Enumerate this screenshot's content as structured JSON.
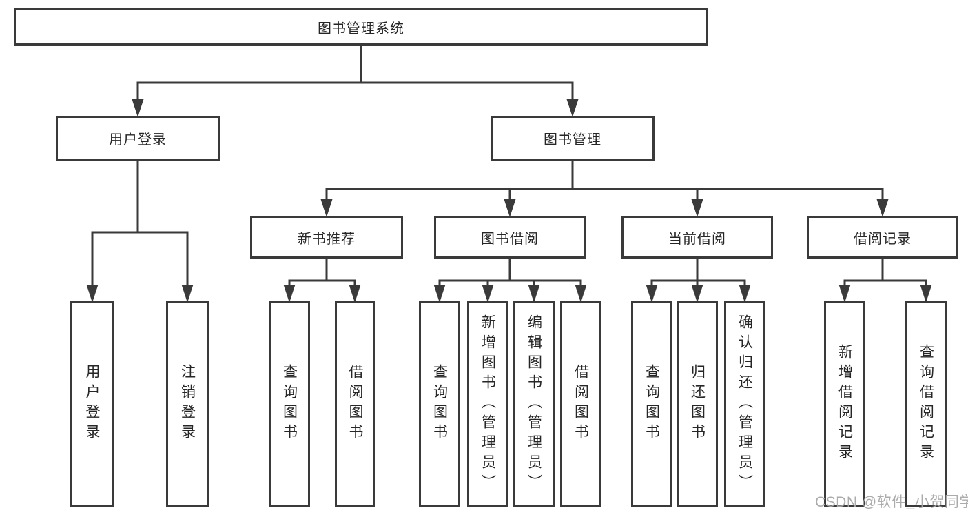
{
  "diagram_type": "functional-structure-tree",
  "colors": {
    "line": "#3a3a3a",
    "box_border": "#3a3a3a",
    "text": "#262626",
    "background": "#ffffff",
    "watermark": "#a6a6a6"
  },
  "tree": {
    "label": "图书管理系统",
    "children": [
      {
        "label": "用户登录",
        "children": [
          {
            "label": "用户登录"
          },
          {
            "label": "注销登录"
          }
        ]
      },
      {
        "label": "图书管理",
        "children": [
          {
            "label": "新书推荐",
            "children": [
              {
                "label": "查询图书"
              },
              {
                "label": "借阅图书"
              }
            ]
          },
          {
            "label": "图书借阅",
            "children": [
              {
                "label": "查询图书"
              },
              {
                "label": "新增图书（管理员）"
              },
              {
                "label": "编辑图书（管理员）"
              },
              {
                "label": "借阅图书"
              }
            ]
          },
          {
            "label": "当前借阅",
            "children": [
              {
                "label": "查询图书"
              },
              {
                "label": "归还图书"
              },
              {
                "label": "确认归还（管理员）"
              }
            ]
          },
          {
            "label": "借阅记录",
            "children": [
              {
                "label": "新增借阅记录"
              },
              {
                "label": "查询借阅记录"
              }
            ]
          }
        ]
      }
    ]
  },
  "watermark": {
    "text": "CSDN @软件_小贺同学"
  }
}
